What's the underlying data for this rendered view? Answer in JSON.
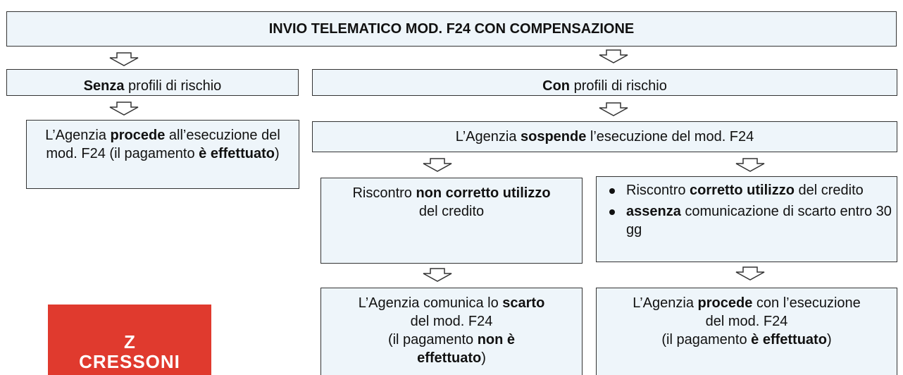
{
  "title": "INVIO TELEMATICO MOD. F24 CON COMPENSAZIONE",
  "left_branch": {
    "header_bold": "Senza",
    "header_rest": " profili di rischio",
    "outcome": {
      "pre": "L’Agenzia ",
      "bold1": "procede",
      "mid": " all’esecuzione del mod. F24 (il pagamento ",
      "bold2": "è effettuato",
      "post": ")"
    }
  },
  "right_branch": {
    "header_bold": "Con",
    "header_rest": " profili di rischio",
    "suspend": {
      "pre": "L’Agenzia ",
      "bold": "sospende",
      "post": " l’esecuzione del mod. F24"
    },
    "incorrect": {
      "pre": "Riscontro ",
      "bold": "non corretto utilizzo",
      "post": " del credito"
    },
    "correct_bullets": {
      "b1_pre": "Riscontro ",
      "b1_bold": "corretto utilizzo",
      "b1_post": " del credito",
      "b2_bold": "assenza",
      "b2_post": " comunicazione di scarto entro 30 gg"
    },
    "reject": {
      "line1_pre": "L’Agenzia comunica lo ",
      "line1_bold": "scarto",
      "line2": "del mod. F24",
      "line3_pre": "(il pagamento ",
      "line3_bold": "non è effettuato",
      "line3_post": ")"
    },
    "execute": {
      "line1_pre": "L’Agenzia ",
      "line1_bold": "procede",
      "line1_post": " con l’esecuzione",
      "line2": "del mod. F24",
      "line3_pre": "(il pagamento ",
      "line3_bold": "è effettuato",
      "line3_post": ")"
    }
  },
  "logo": {
    "line1": "Z",
    "line2": "CRESSONI"
  }
}
